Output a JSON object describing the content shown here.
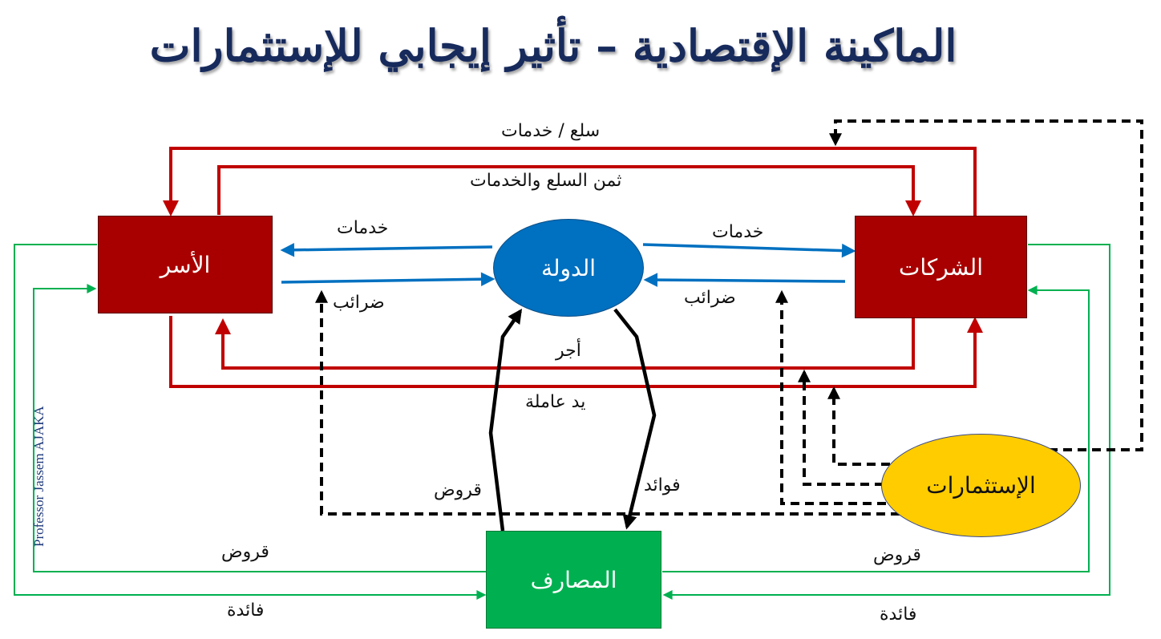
{
  "title": "الماكينة الإقتصادية – تأثير إيجابي للإستثمارات",
  "credit": "Professor Jassem AJAKA",
  "nodes": {
    "households": "الأسر",
    "firms": "الشركات",
    "state": "الدولة",
    "banks": "المصارف",
    "investments": "الإستثمارات"
  },
  "labels": {
    "goods_services": "سلع / خدمات",
    "goods_price": "ثمن السلع والخدمات",
    "services_left": "خدمات",
    "services_right": "خدمات",
    "taxes_left": "ضرائب",
    "taxes_right": "ضرائب",
    "wage": "أجر",
    "labor": "يد عاملة",
    "loans_state": "قروض",
    "interest_state": "فوائد",
    "loans_left": "قروض",
    "loans_right": "قروض",
    "interest_left": "فائدة",
    "interest_right": "فائدة"
  },
  "colors": {
    "red": "#c00000",
    "blue": "#0070c0",
    "green": "#00b050",
    "black": "#000000"
  }
}
